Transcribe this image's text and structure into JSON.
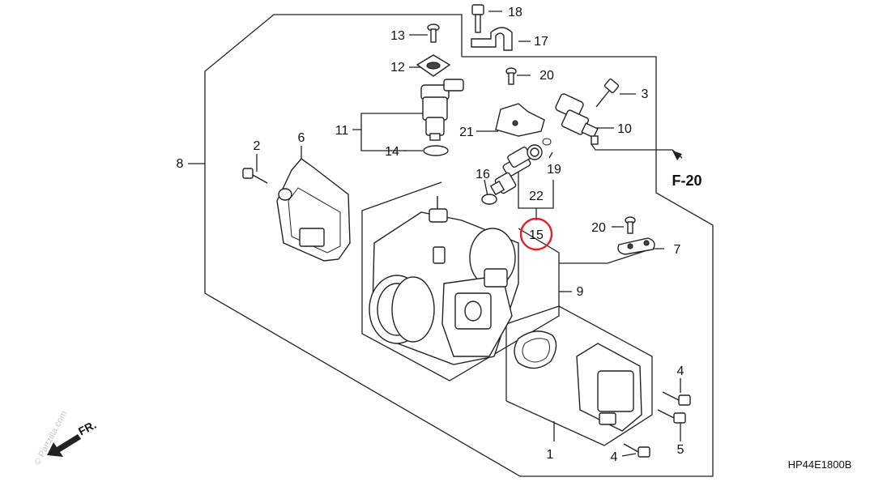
{
  "callouts": {
    "p1": "1",
    "p2": "2",
    "p3": "3",
    "p4a": "4",
    "p4b": "4",
    "p5": "5",
    "p6": "6",
    "p7": "7",
    "p8": "8",
    "p9": "9",
    "p10": "10",
    "p11": "11",
    "p12": "12",
    "p13": "13",
    "p14": "14",
    "p15": "15",
    "p16": "16",
    "p17": "17",
    "p18": "18",
    "p19": "19",
    "p20a": "20",
    "p20b": "20",
    "p21": "21",
    "p22": "22"
  },
  "reference": "F-20",
  "front_label": "FR.",
  "diagram_code": "HP44E1800B",
  "watermark": "© Partzilla.com",
  "highlight": {
    "part": "15",
    "color": "#e0202a"
  }
}
